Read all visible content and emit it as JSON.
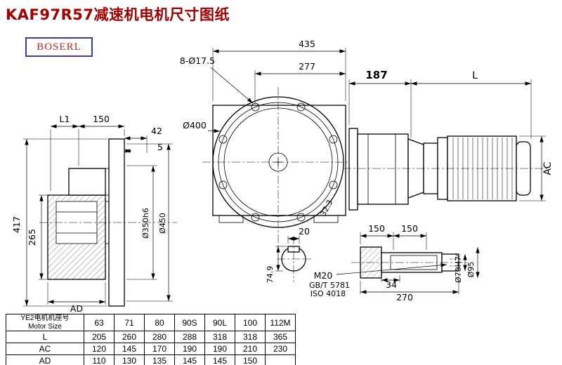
{
  "title": "KAF97R57减速机电机尺寸图纸",
  "logo": "BOSERL",
  "labels": {
    "d435": "435",
    "holes": "8-Ø17.5",
    "d277": "277",
    "d187": "187",
    "dL": "L",
    "dAC": "AC",
    "dL1": "L1",
    "d150": "150",
    "d42": "42",
    "d5": "5",
    "d400": "Ø400",
    "d417": "417",
    "d265": "265",
    "dAD": "AD",
    "d350": "Ø350h6",
    "d450": "Ø450",
    "d20": "20",
    "d749": "74.9",
    "k150a": "150",
    "k150b": "150",
    "m20": "M20",
    "gbt": "GB/T 5781",
    "iso": "ISO 4018",
    "d34": "34",
    "d270": "270",
    "d70": "Ø70H7",
    "d95": "Ø95",
    "d323": "32.3"
  },
  "table": {
    "header_cn": "YE2电机机座号",
    "header_en": "Motor Size",
    "sizes": [
      "63",
      "71",
      "80",
      "90S",
      "90L",
      "100",
      "112M"
    ],
    "rows": [
      {
        "label": "L",
        "values": [
          "205",
          "260",
          "280",
          "288",
          "318",
          "318",
          "365"
        ]
      },
      {
        "label": "AC",
        "values": [
          "120",
          "145",
          "170",
          "190",
          "190",
          "210",
          "230"
        ]
      },
      {
        "label": "AD",
        "values": [
          "110",
          "130",
          "135",
          "145",
          "145",
          "150",
          ""
        ]
      }
    ]
  }
}
